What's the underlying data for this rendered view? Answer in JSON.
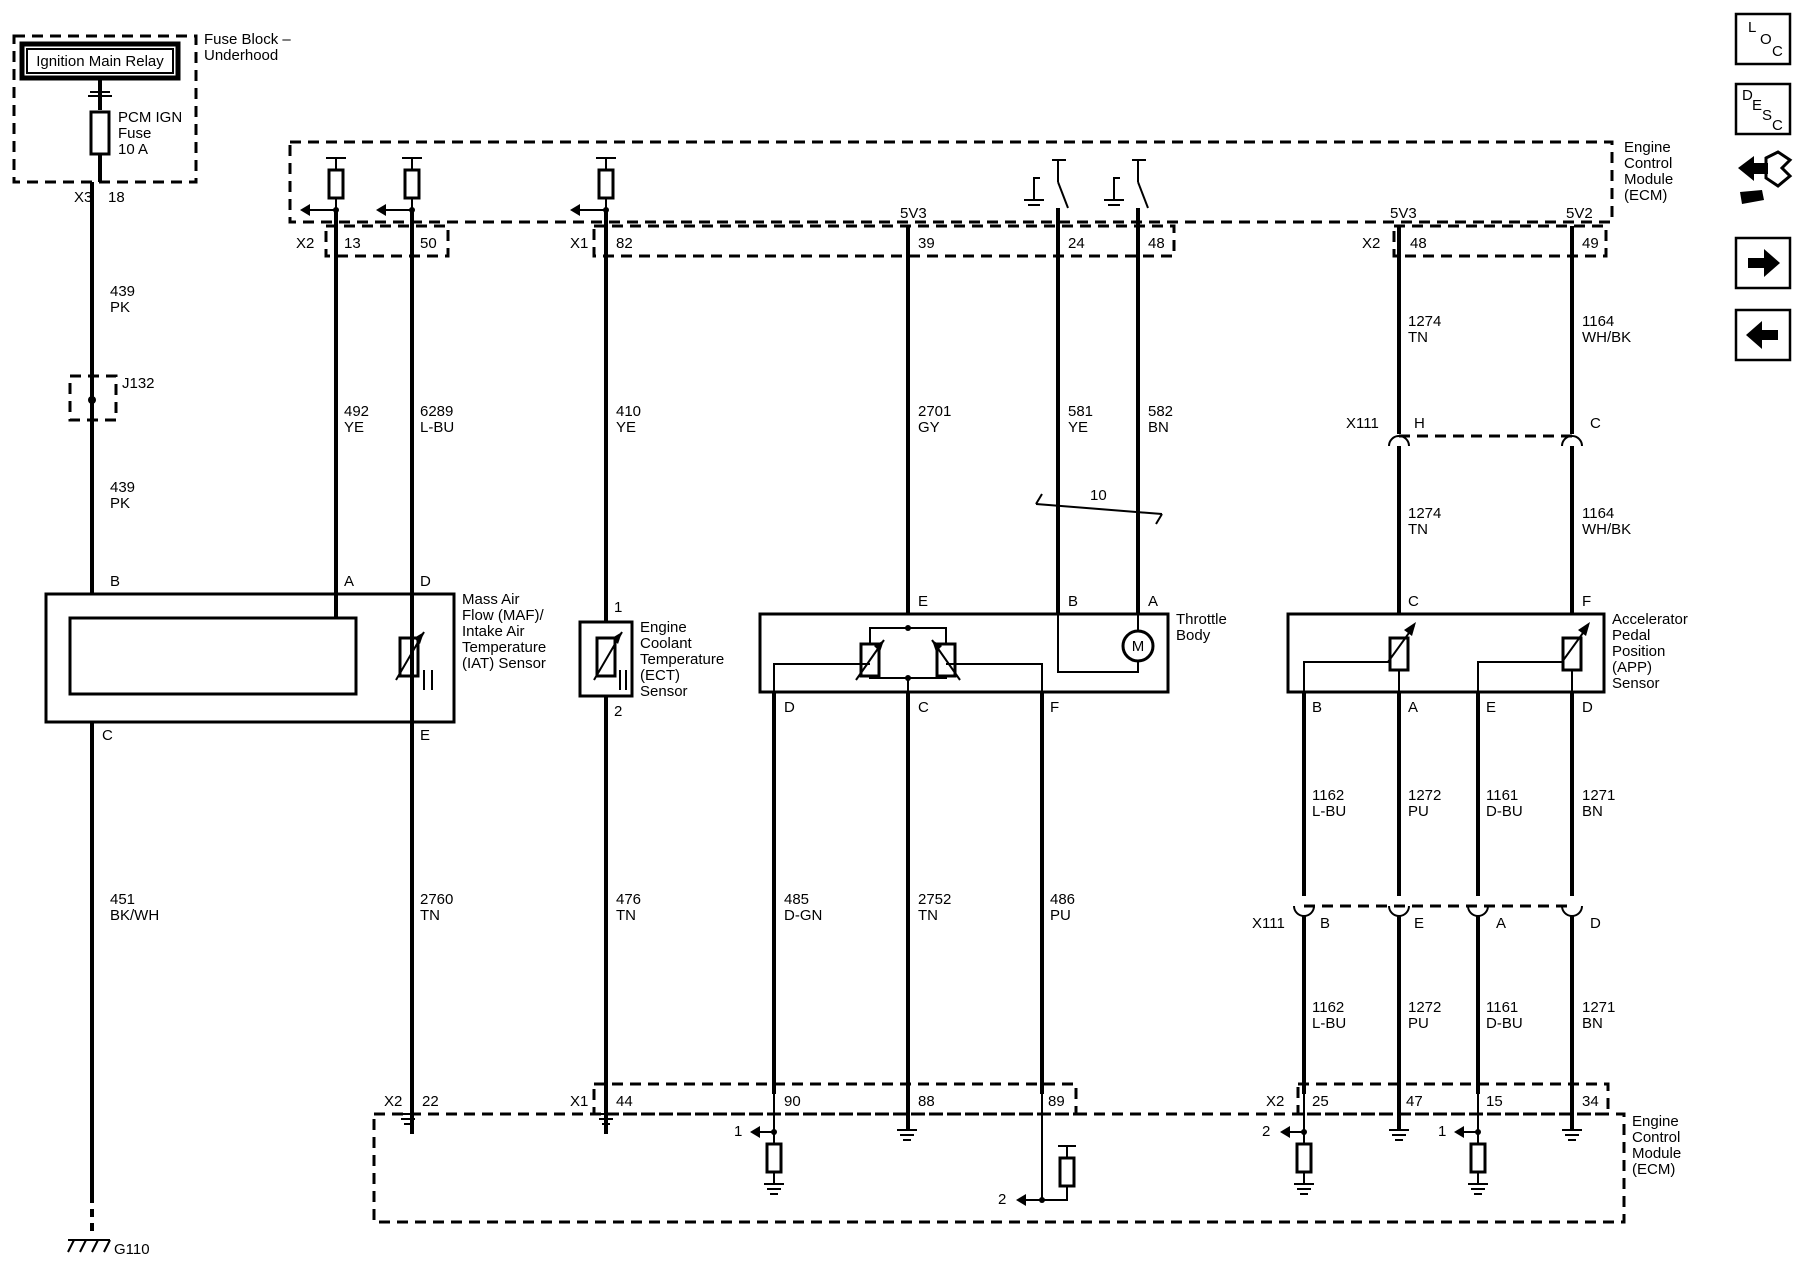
{
  "fuse_block": {
    "title_line1": "Fuse Block –",
    "title_line2": "Underhood",
    "relay": "Ignition Main Relay",
    "fuse_line1": "PCM IGN",
    "fuse_line2": "Fuse",
    "fuse_line3": "10 A",
    "conn": "X3",
    "pin": "18"
  },
  "ecm": {
    "line1": "Engine",
    "line2": "Control",
    "line3": "Module",
    "line4": "(ECM)"
  },
  "ground": {
    "label": "G110"
  },
  "splice": {
    "label": "J132"
  },
  "maf": {
    "line1": "Mass Air",
    "line2": "Flow (MAF)/",
    "line3": "Intake Air",
    "line4": "Temperature",
    "line5": "(IAT) Sensor",
    "pin_b": "B",
    "pin_a": "A",
    "pin_d": "D",
    "pin_c": "C",
    "pin_e": "E"
  },
  "ect": {
    "line1": "Engine",
    "line2": "Coolant",
    "line3": "Temperature",
    "line4": "(ECT)",
    "line5": "Sensor",
    "pin1": "1",
    "pin2": "2"
  },
  "throttle": {
    "line1": "Throttle",
    "line2": "Body",
    "pin_e": "E",
    "pin_b": "B",
    "pin_a": "A",
    "pin_d": "D",
    "pin_c": "C",
    "pin_f": "F",
    "motor": "M",
    "twist": "10"
  },
  "app": {
    "line1": "Accelerator",
    "line2": "Pedal",
    "line3": "Position",
    "line4": "(APP)",
    "line5": "Sensor",
    "pin_c": "C",
    "pin_f": "F",
    "pin_b": "B",
    "pin_a": "A",
    "pin_e": "E",
    "pin_d": "D"
  },
  "top_conn": {
    "x2": "X2",
    "p13": "13",
    "p50": "50",
    "x1": "X1",
    "p82": "82",
    "p39": "39",
    "p24": "24",
    "p48": "48",
    "x2b": "X2",
    "p48b": "48",
    "p49": "49",
    "v5v3a": "5V3",
    "v5v3b": "5V3",
    "v5v2": "5V2"
  },
  "bot_conn": {
    "x2": "X2",
    "p22": "22",
    "x1": "X1",
    "p44": "44",
    "p90": "90",
    "p88": "88",
    "p89": "89",
    "x2b": "X2",
    "p25": "25",
    "p47": "47",
    "p15": "15",
    "p34": "34",
    "ref1a": "1",
    "ref2a": "2",
    "ref2b": "2",
    "ref1b": "1"
  },
  "x111": {
    "top_label": "X111",
    "pin_h": "H",
    "pin_c": "C",
    "bot_label": "X111",
    "pin_b": "B",
    "pin_e": "E",
    "pin_a": "A",
    "pin_d": "D"
  },
  "wires": {
    "w439a_num": "439",
    "w439a_col": "PK",
    "w439b_num": "439",
    "w439b_col": "PK",
    "w492_num": "492",
    "w492_col": "YE",
    "w6289_num": "6289",
    "w6289_col": "L-BU",
    "w410_num": "410",
    "w410_col": "YE",
    "w2701_num": "2701",
    "w2701_col": "GY",
    "w581_num": "581",
    "w581_col": "YE",
    "w582_num": "582",
    "w582_col": "BN",
    "w1274a_num": "1274",
    "w1274a_col": "TN",
    "w1164a_num": "1164",
    "w1164a_col": "WH/BK",
    "w1274b_num": "1274",
    "w1274b_col": "TN",
    "w1164b_num": "1164",
    "w1164b_col": "WH/BK",
    "w451_num": "451",
    "w451_col": "BK/WH",
    "w2760_num": "2760",
    "w2760_col": "TN",
    "w476_num": "476",
    "w476_col": "TN",
    "w485_num": "485",
    "w485_col": "D-GN",
    "w2752_num": "2752",
    "w2752_col": "TN",
    "w486_num": "486",
    "w486_col": "PU",
    "w1162a_num": "1162",
    "w1162a_col": "L-BU",
    "w1272a_num": "1272",
    "w1272a_col": "PU",
    "w1161a_num": "1161",
    "w1161a_col": "D-BU",
    "w1271a_num": "1271",
    "w1271a_col": "BN",
    "w1162b_num": "1162",
    "w1162b_col": "L-BU",
    "w1272b_num": "1272",
    "w1272b_col": "PU",
    "w1161b_num": "1161",
    "w1161b_col": "D-BU",
    "w1271b_num": "1271",
    "w1271b_col": "BN"
  },
  "nav": {
    "loc_l": "L",
    "loc_o": "O",
    "loc_c": "C",
    "desc_d": "D",
    "desc_e": "E",
    "desc_s": "S",
    "desc_c": "C"
  }
}
